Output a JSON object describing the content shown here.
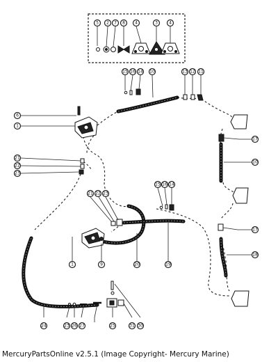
{
  "caption": "MercuryPartsOnline v2.5.1 (Image Copyright- Mercury Marine)",
  "callouts": {
    "kit_inset": [
      "5",
      "2",
      "7",
      "8",
      "4",
      "3",
      "4"
    ],
    "top_hose": [
      "15",
      "16",
      "14",
      "10"
    ],
    "top_right": [
      "13",
      "12",
      "11"
    ],
    "left_pump": [
      "6",
      "1"
    ],
    "right_side": [
      "17",
      "10",
      "17",
      "18"
    ],
    "left_fittings": [
      "21",
      "22",
      "23"
    ],
    "middle_top": [
      "21",
      "22",
      "23"
    ],
    "middle_right": [
      "15",
      "16",
      "14"
    ],
    "lower_pump": [
      "1",
      "9",
      "20",
      "19"
    ],
    "bottom_row": [
      "24",
      "23",
      "26",
      "27",
      "25",
      "31",
      "30"
    ]
  }
}
